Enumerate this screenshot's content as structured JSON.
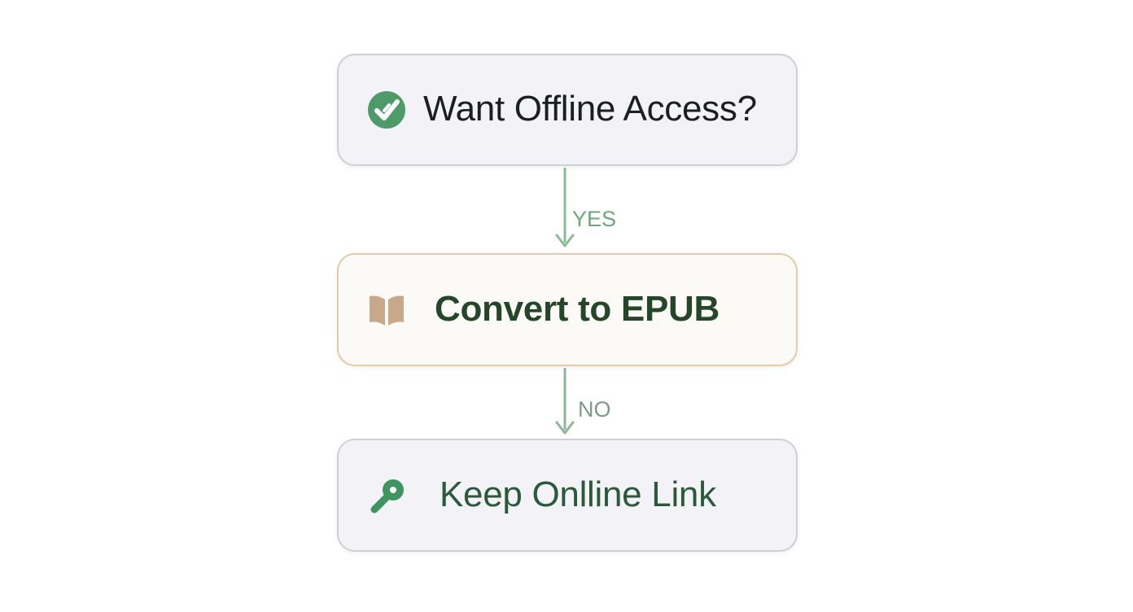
{
  "nodes": [
    {
      "label": "Want Offline Access?",
      "icon": "check-circle-icon"
    },
    {
      "label": "Convert to EPUB",
      "icon": "open-book-icon"
    },
    {
      "label": "Keep Onlline Link",
      "icon": "link-pin-icon"
    }
  ],
  "edges": [
    {
      "label": "YES"
    },
    {
      "label": "NO"
    }
  ],
  "colors": {
    "edge_yes": "#6fa67e",
    "edge_no": "#7b9c84",
    "check_green": "#4e9a69",
    "book_tan": "#c7a88a",
    "link_green": "#3f9460",
    "convert_border": "#e6c9a6"
  }
}
